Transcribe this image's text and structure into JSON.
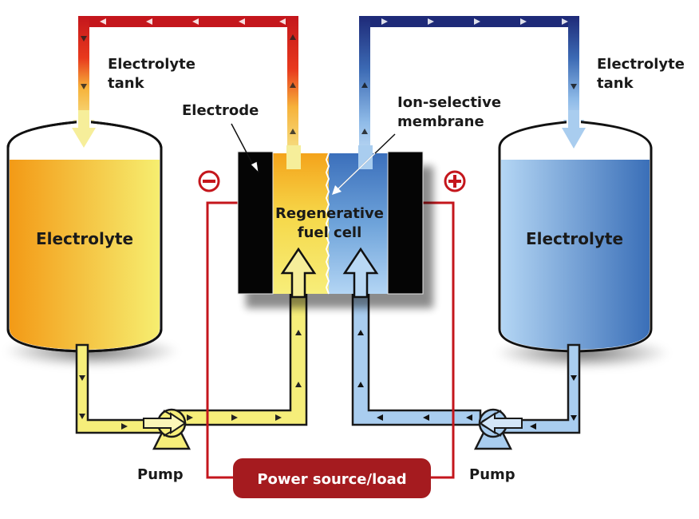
{
  "diagram": {
    "title": "Regenerative fuel cell",
    "labels": {
      "left_tank_callout": [
        "Electrolyte",
        "tank"
      ],
      "right_tank_callout": [
        "Electrolyte",
        "tank"
      ],
      "electrode": "Electrode",
      "membrane": [
        "Ion-selective",
        "membrane"
      ],
      "cell": [
        "Regenerative",
        "fuel cell"
      ],
      "left_tank_content": "Electrolyte",
      "right_tank_content": "Electrolyte",
      "left_pump": "Pump",
      "right_pump": "Pump",
      "power": "Power source/load"
    },
    "terminals": {
      "negative": "−",
      "positive": "+"
    },
    "colors": {
      "left_electrolyte_dark": "#f4a31b",
      "left_electrolyte_light": "#f6ec6a",
      "right_electrolyte_light": "#a8cdf0",
      "right_electrolyte_dark": "#3c74bd",
      "hot_pipe": "#c4161c",
      "cold_pipe": "#1e2a78",
      "wire": "#c4161c",
      "power_box": "#a51b1f",
      "electrode": "#050505"
    },
    "flow": {
      "left_loop": "tank → pump → cell → top pipe → tank",
      "right_loop": "tank → pump → cell → top pipe → tank"
    }
  }
}
